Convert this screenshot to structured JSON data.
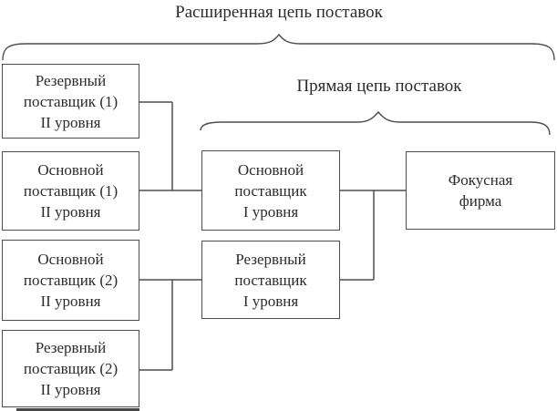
{
  "diagram": {
    "title": "Расширенная цепь поставок",
    "direct_chain_label": "Прямая цепь поставок",
    "boxes": {
      "reserve_supplier_1": "Резервный\nпоставщик (1)\nII уровня",
      "main_supplier_1": "Основной\nпоставщик (1)\nII уровня",
      "main_supplier_2": "Основной\nпоставщик (2)\nII уровня",
      "reserve_supplier_2": "Резервный\nпоставщик (2)\nII уровня",
      "main_supplier_tier1": "Основной\nпоставщик\nI уровня",
      "reserve_supplier_tier1": "Резервный\nпоставщик\nI уровня",
      "focus_firm": "Фокусная\nфирма"
    },
    "colors": {
      "line": "#4d4d4d",
      "text": "#2b2b2b",
      "background": "#ffffff"
    }
  }
}
